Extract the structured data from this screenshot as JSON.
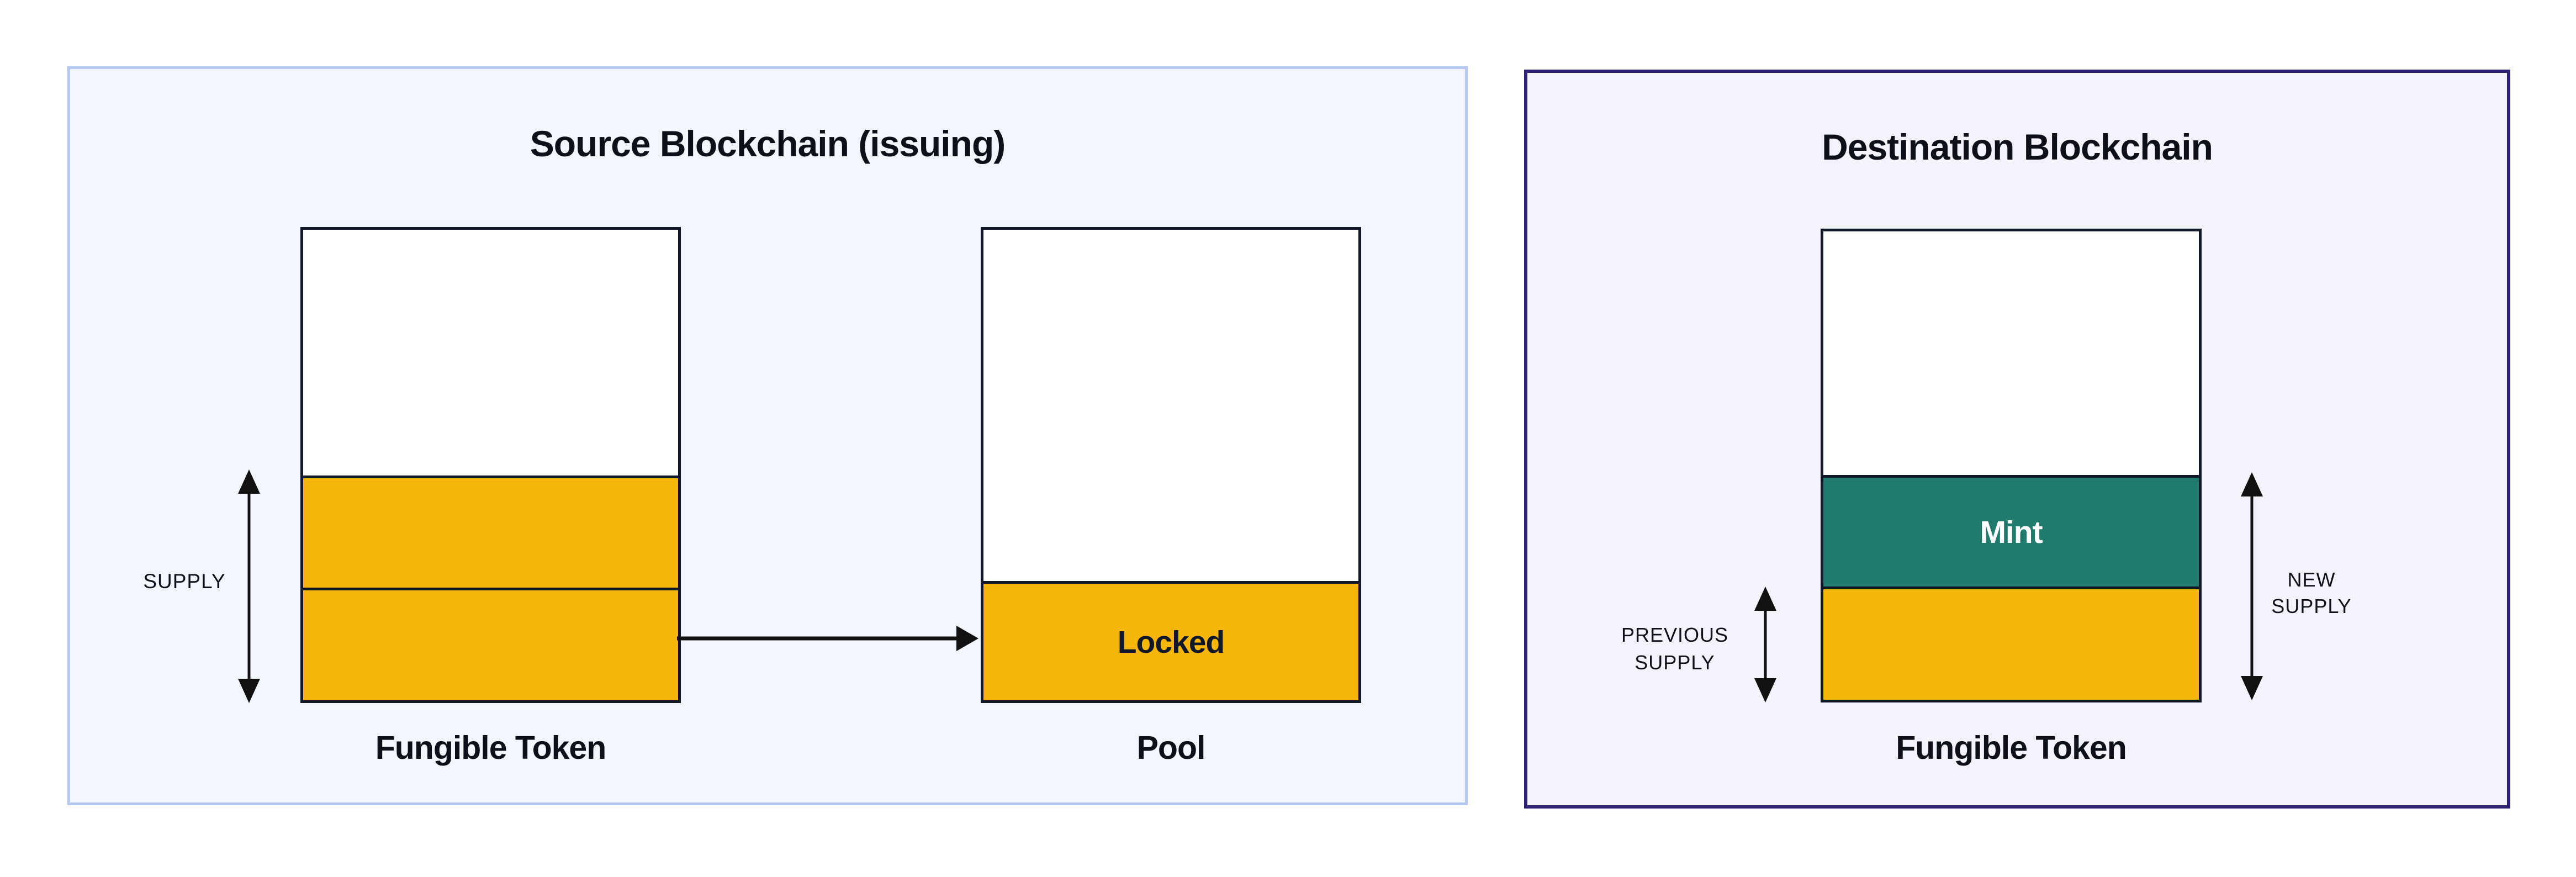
{
  "colors": {
    "page_bg": "#ffffff",
    "source_panel_bg": "#f2f6fd",
    "source_panel_border": "#b6c8f0",
    "destination_panel_bg": "#f4f2fb",
    "destination_panel_border": "#2d2271",
    "bar_border": "#111827",
    "bar_empty_fill": "#ffffff",
    "supply_yellow": "#f6b60b",
    "mint_teal": "#217b6c",
    "arrow_black": "#111111",
    "text_dark": "#0d1117",
    "mint_text": "#ffffff"
  },
  "source_panel": {
    "title": "Source Blockchain (issuing)",
    "supply_label": "SUPPLY",
    "fungible_token_bar": {
      "label": "Fungible Token"
    },
    "pool_bar": {
      "label": "Pool",
      "locked_label": "Locked"
    }
  },
  "destination_panel": {
    "title": "Destination Blockchain",
    "bar": {
      "label": "Fungible Token",
      "mint_label": "Mint"
    },
    "previous_supply_label": {
      "line1": "PREVIOUS",
      "line2": "SUPPLY"
    },
    "new_supply_label": {
      "line1": "NEW",
      "line2": "SUPPLY"
    }
  }
}
